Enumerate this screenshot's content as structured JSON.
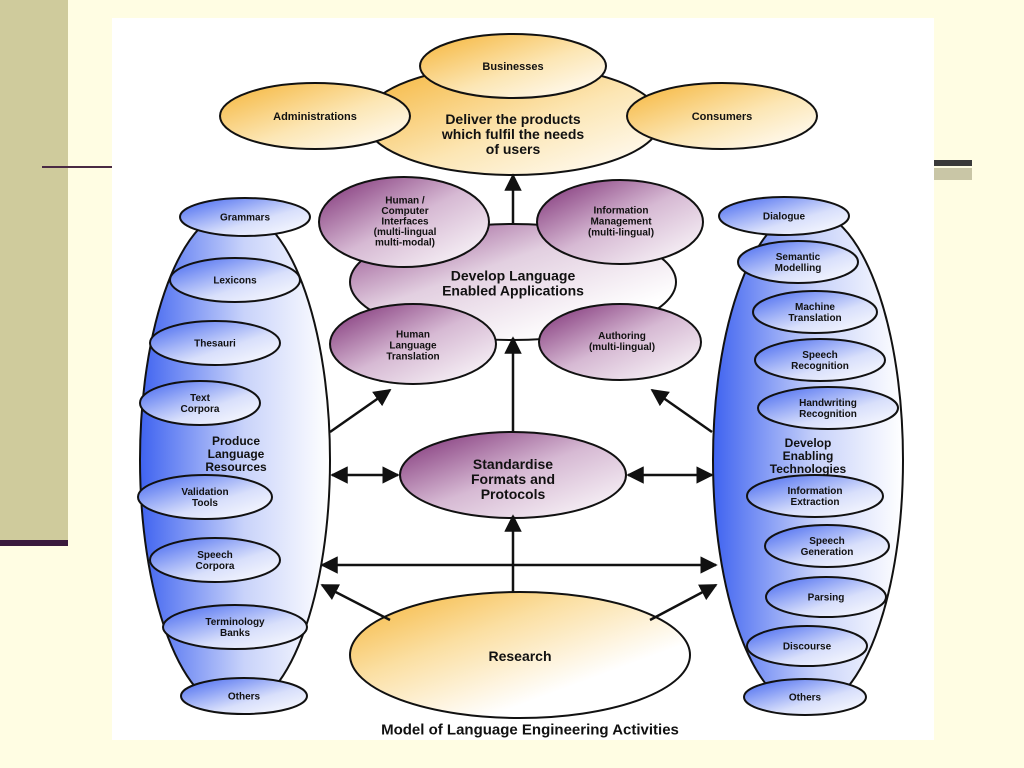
{
  "diagram": {
    "caption": "Model of Language Engineering Activities",
    "top": {
      "center": [
        "Deliver the products",
        "which fulfil the needs",
        "of users"
      ],
      "businesses": "Businesses",
      "administrations": "Administrations",
      "consumers": "Consumers"
    },
    "applications": {
      "center": [
        "Develop Language",
        "Enabled Applications"
      ],
      "hci": [
        "Human /",
        "Computer",
        "Interfaces",
        "(multi-lingual",
        "multi-modal)"
      ],
      "info_mgmt": [
        "Information",
        "Management",
        "(multi-lingual)"
      ],
      "translation": [
        "Human",
        "Language",
        "Translation"
      ],
      "authoring": [
        "Authoring",
        "(multi-lingual)"
      ]
    },
    "standardise": [
      "Standardise",
      "Formats and",
      "Protocols"
    ],
    "research": "Research",
    "resources": {
      "title": [
        "Produce",
        "Language",
        "Resources"
      ],
      "items": [
        [
          "Grammars"
        ],
        [
          "Lexicons"
        ],
        [
          "Thesauri"
        ],
        [
          "Text",
          "Corpora"
        ],
        [
          "Validation",
          "Tools"
        ],
        [
          "Speech",
          "Corpora"
        ],
        [
          "Terminology",
          "Banks"
        ],
        [
          "Others"
        ]
      ]
    },
    "technologies": {
      "title": [
        "Develop",
        "Enabling",
        "Technologies"
      ],
      "items": [
        [
          "Dialogue"
        ],
        [
          "Semantic",
          "Modelling"
        ],
        [
          "Machine",
          "Translation"
        ],
        [
          "Speech",
          "Recognition"
        ],
        [
          "Handwriting",
          "Recognition"
        ],
        [
          "Information",
          "Extraction"
        ],
        [
          "Speech",
          "Generation"
        ],
        [
          "Parsing"
        ],
        [
          "Discourse"
        ],
        [
          "Others"
        ]
      ]
    },
    "colors": {
      "orange": "#F5B335",
      "purple": "#7A2A72",
      "blue": "#3F63F0",
      "background": "#FFFDE3",
      "sidebar": "#CFCB9C"
    }
  }
}
